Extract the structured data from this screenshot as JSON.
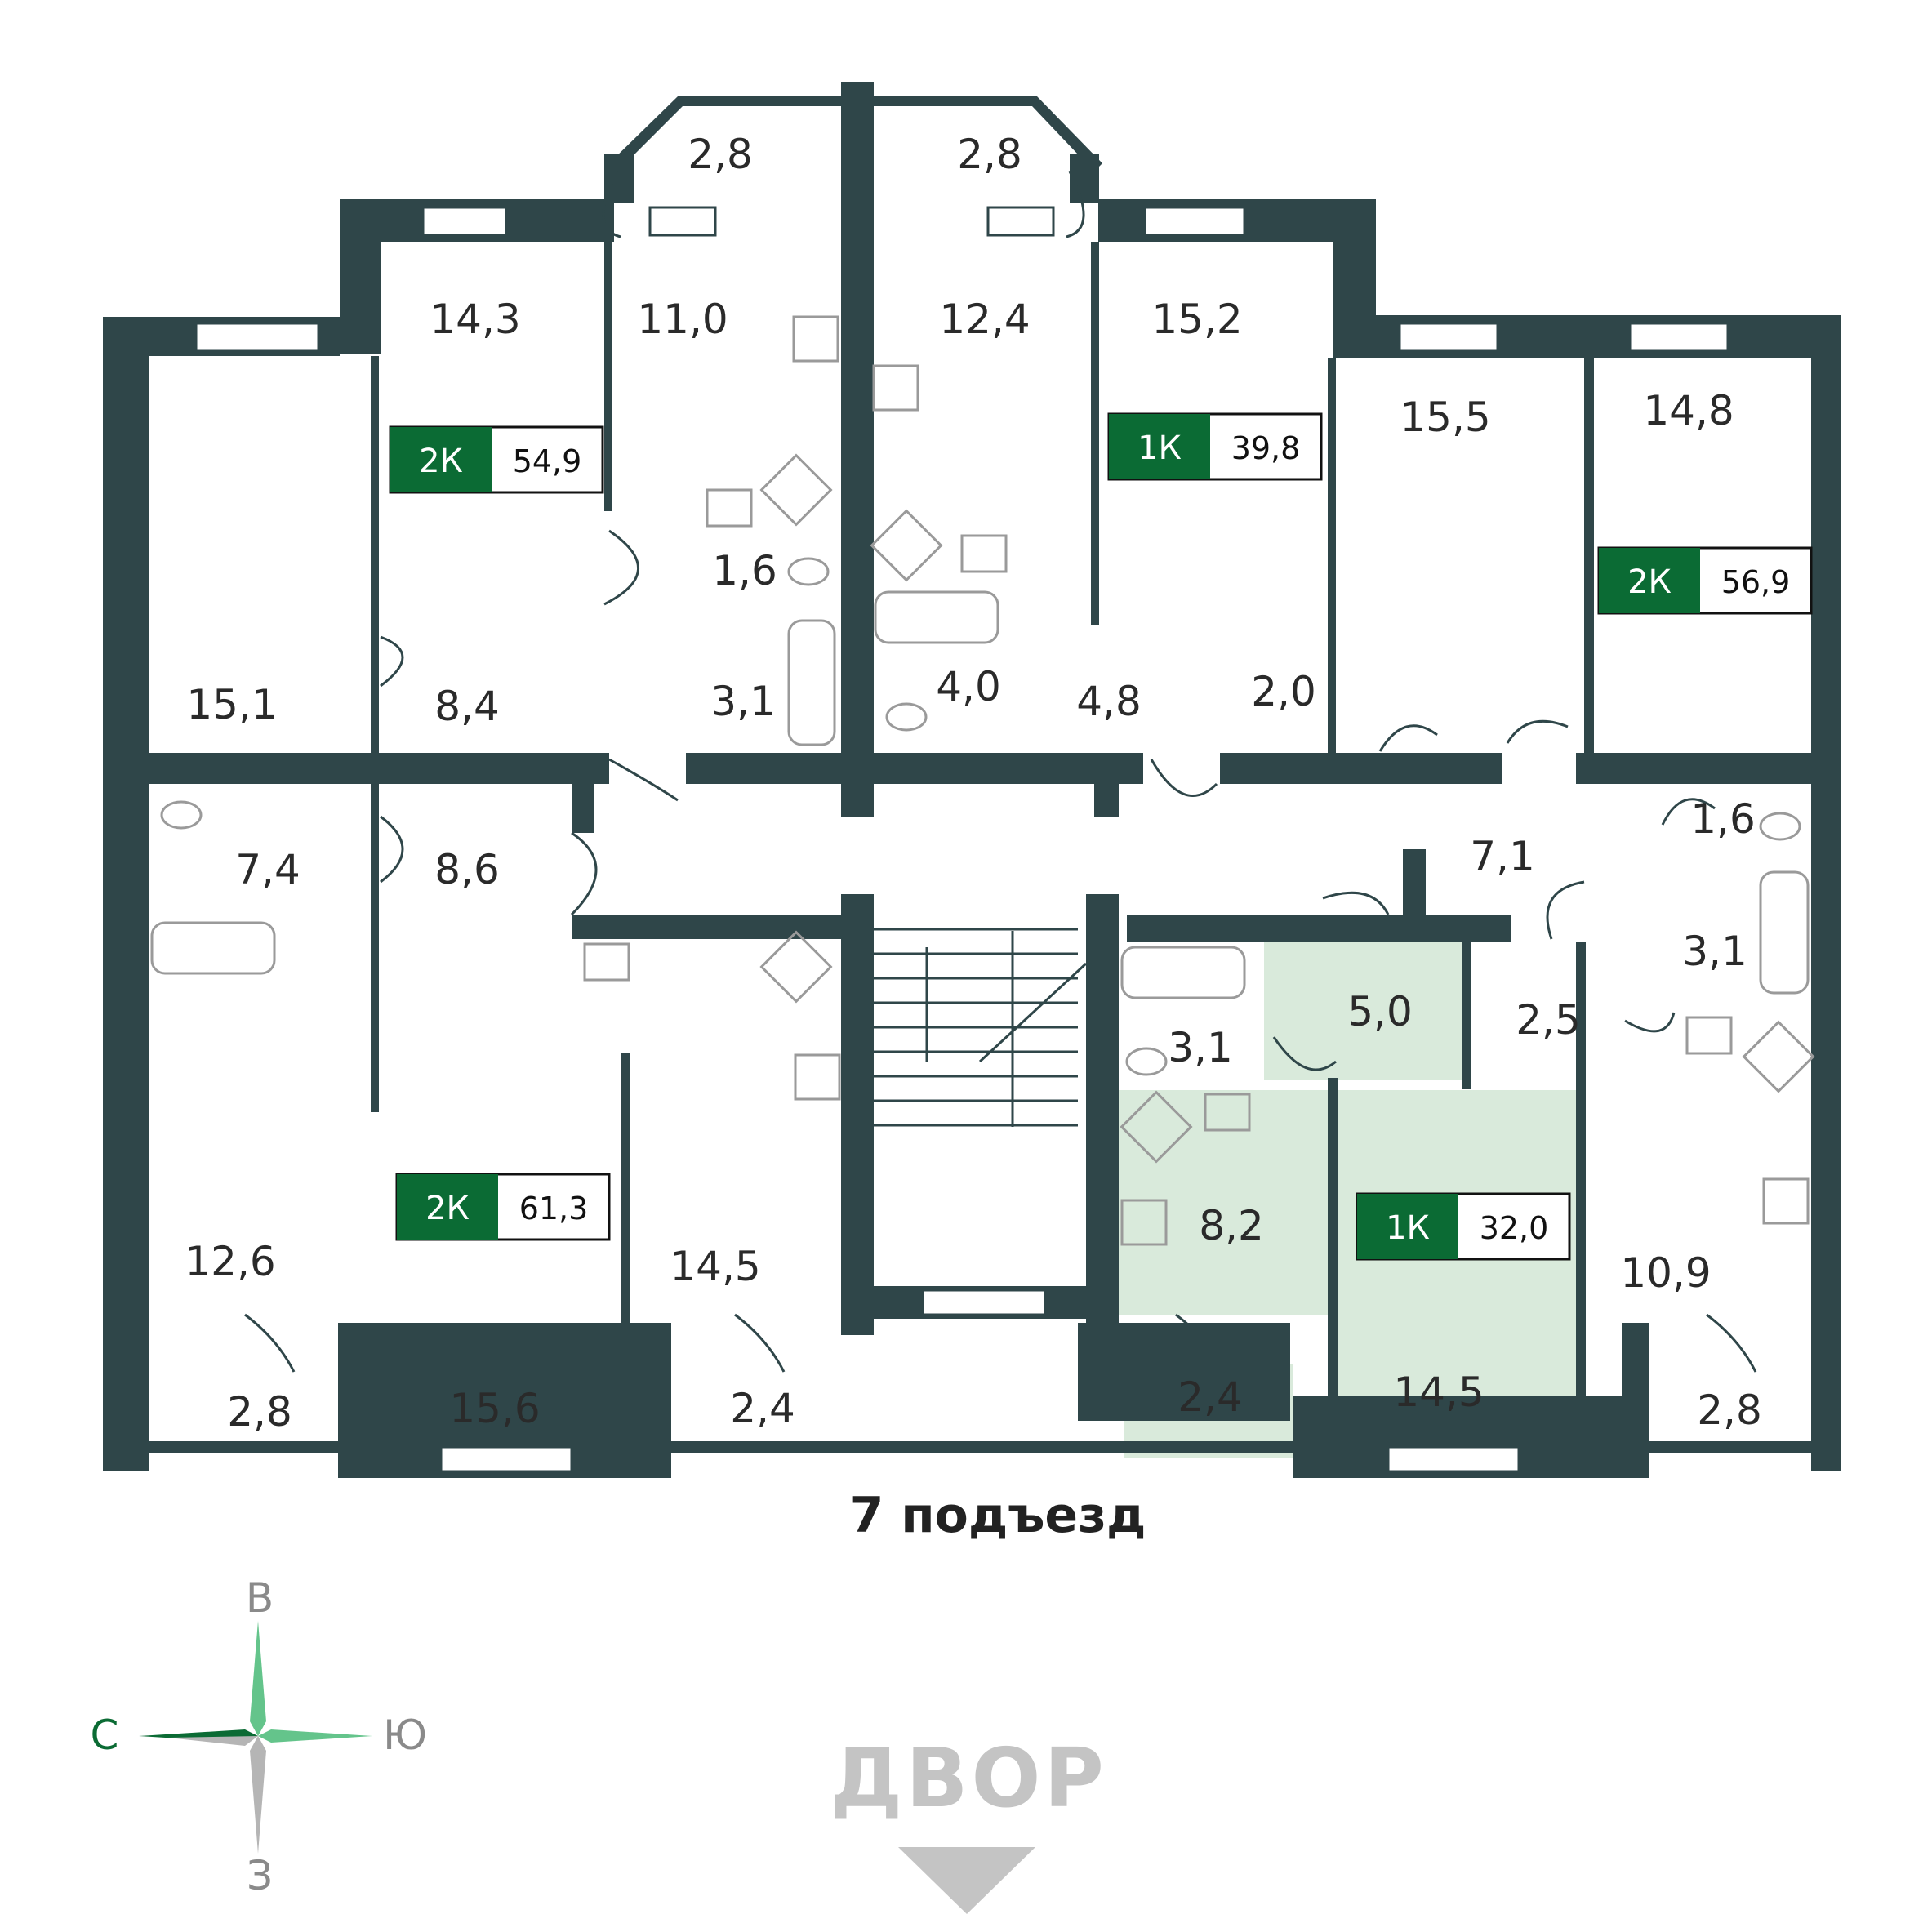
{
  "entrance_label": "7 подъезд",
  "yard_label": "ДВОР",
  "compass": {
    "north": "С",
    "east": "В",
    "south": "Ю",
    "west": "З",
    "north_color": "#0b6b34",
    "letter_color": "#8a8a8a"
  },
  "colors": {
    "wall": "#2f4649",
    "badge": "#0b6b34",
    "highlight": "#d9eadb",
    "fixture": "#9a9a9a",
    "yard": "#c4c4c4"
  },
  "apartments": [
    {
      "rooms": "2К",
      "area": "54,9"
    },
    {
      "rooms": "1К",
      "area": "39,8"
    },
    {
      "rooms": "2К",
      "area": "56,9"
    },
    {
      "rooms": "2К",
      "area": "61,3"
    },
    {
      "rooms": "1К",
      "area": "32,0",
      "highlighted": true
    }
  ],
  "rooms": [
    "2,8",
    "2,8",
    "14,3",
    "11,0",
    "12,4",
    "15,2",
    "15,5",
    "14,8",
    "1,6",
    "15,1",
    "8,4",
    "3,1",
    "4,0",
    "4,8",
    "2,0",
    "7,4",
    "8,6",
    "7,1",
    "1,6",
    "3,1",
    "5,0",
    "2,5",
    "3,1",
    "8,2",
    "12,6",
    "14,5",
    "10,9",
    "15,6",
    "2,8",
    "2,4",
    "2,4",
    "14,5",
    "2,8"
  ]
}
